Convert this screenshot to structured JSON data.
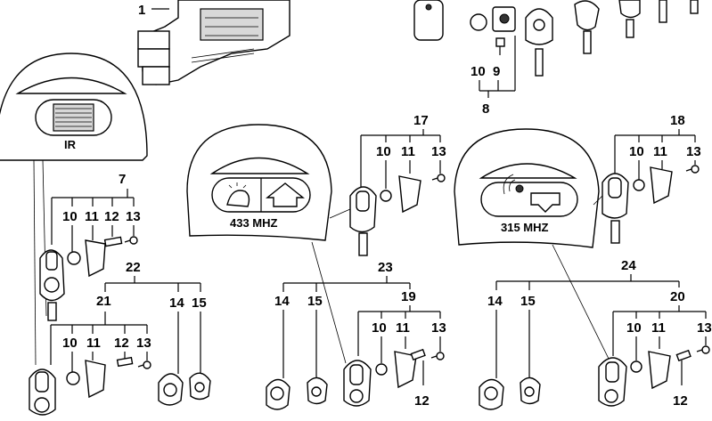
{
  "callouts": {
    "c1": "1",
    "c7": "7",
    "c8": "8",
    "c9": "9",
    "c10a": "10",
    "c10b": "10",
    "c10c": "10",
    "c10d": "10",
    "c10e": "10",
    "c10f": "10",
    "c11a": "11",
    "c11b": "11",
    "c11c": "11",
    "c11d": "11",
    "c11e": "11",
    "c12a": "12",
    "c12b": "12",
    "c12c": "12",
    "c12d": "12",
    "c13a": "13",
    "c13b": "13",
    "c13c": "13",
    "c13d": "13",
    "c13e": "13",
    "c13f": "13",
    "c14a": "14",
    "c14b": "14",
    "c14c": "14",
    "c15a": "15",
    "c15b": "15",
    "c15c": "15",
    "c17": "17",
    "c18": "18",
    "c19": "19",
    "c20": "20",
    "c21": "21",
    "c22": "22",
    "c23": "23",
    "c24": "24"
  },
  "panels": {
    "ir_label": "IR",
    "mhz433_label": "433 MHZ",
    "mhz315_label": "315 MHZ"
  },
  "colors": {
    "line": "#000000",
    "fill": "#ffffff",
    "shade": "#d8d8d8"
  }
}
